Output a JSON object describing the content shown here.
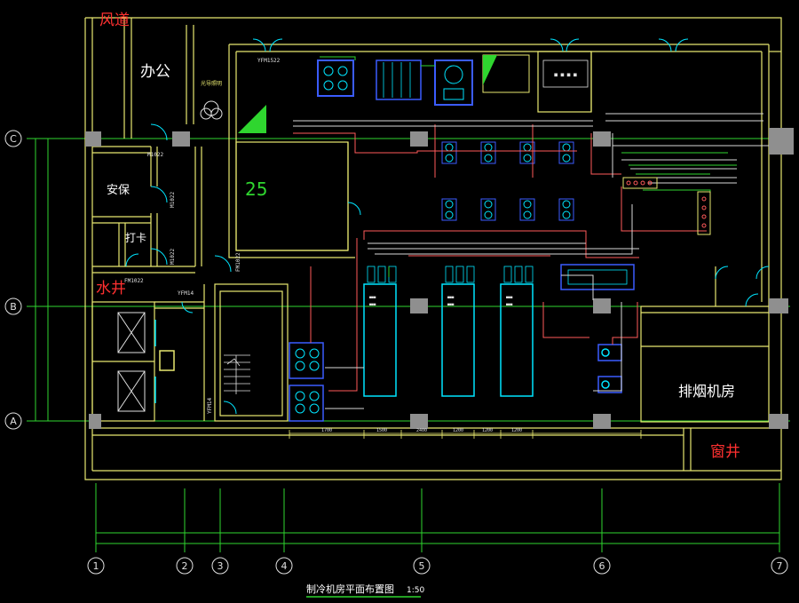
{
  "drawing": {
    "title": "制冷机房平面布置图",
    "scale": "1:50",
    "colors": {
      "background": "#000000",
      "wall": "#e8e870",
      "grid": "#2fd62f",
      "equipment": "#00e5ff",
      "equipment_blue": "#3b5cff",
      "pipe_red": "#ff5a5a",
      "pipe_white": "#e0e0e0",
      "label_red": "#ff3030",
      "label_white": "#ffffff",
      "column": "#9a9a9a"
    }
  },
  "grid_axes": {
    "horizontal": [
      "C",
      "B",
      "A"
    ],
    "vertical": [
      "1",
      "2",
      "3",
      "4",
      "5",
      "6",
      "7"
    ]
  },
  "rooms": {
    "air_duct": "风道",
    "office": "办公",
    "security": "安保",
    "punch_card": "打卡",
    "water_shaft": "水井",
    "room_25": "25",
    "smoke_exhaust": "排烟机房",
    "window_well": "窗井"
  },
  "door_tags": {
    "m1": "M1022",
    "m2": "M1022",
    "m3": "M1022",
    "fm1": "FM1022",
    "fm2": "FM1022",
    "fm3": "YFM14",
    "fm4": "YFM14",
    "fm_top": "YFM1522"
  },
  "dimensions": {
    "segments": [
      "1500",
      "2400",
      "1200",
      "1200",
      "1200"
    ],
    "first": "1700"
  },
  "annotations": {
    "light_well": "光导照明"
  }
}
